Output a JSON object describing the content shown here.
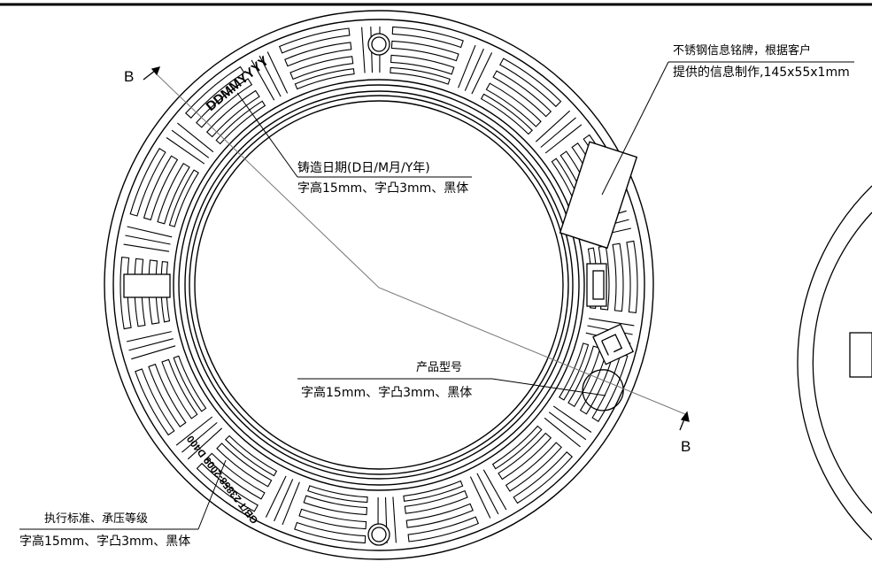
{
  "section_marks": {
    "top": "B",
    "bottom": "B"
  },
  "cover_text": {
    "date_code": "DDMMYYYY",
    "standard_code": "GB/T 23858-2009 D400"
  },
  "annotations": {
    "nameplate": {
      "line1": "不锈钢信息铭牌，根据客户",
      "line2": "提供的信息制作,145x55x1mm"
    },
    "cast_date": {
      "line1": "铸造日期(D日/M月/Y年)",
      "line2": "字高15mm、字凸3mm、黑体"
    },
    "model": {
      "line1": "产品型号",
      "line2": "字高15mm、字凸3mm、黑体"
    },
    "standard": {
      "line1": "执行标准、承压等级",
      "line2": "字高15mm、字凸3mm、黑体"
    }
  }
}
